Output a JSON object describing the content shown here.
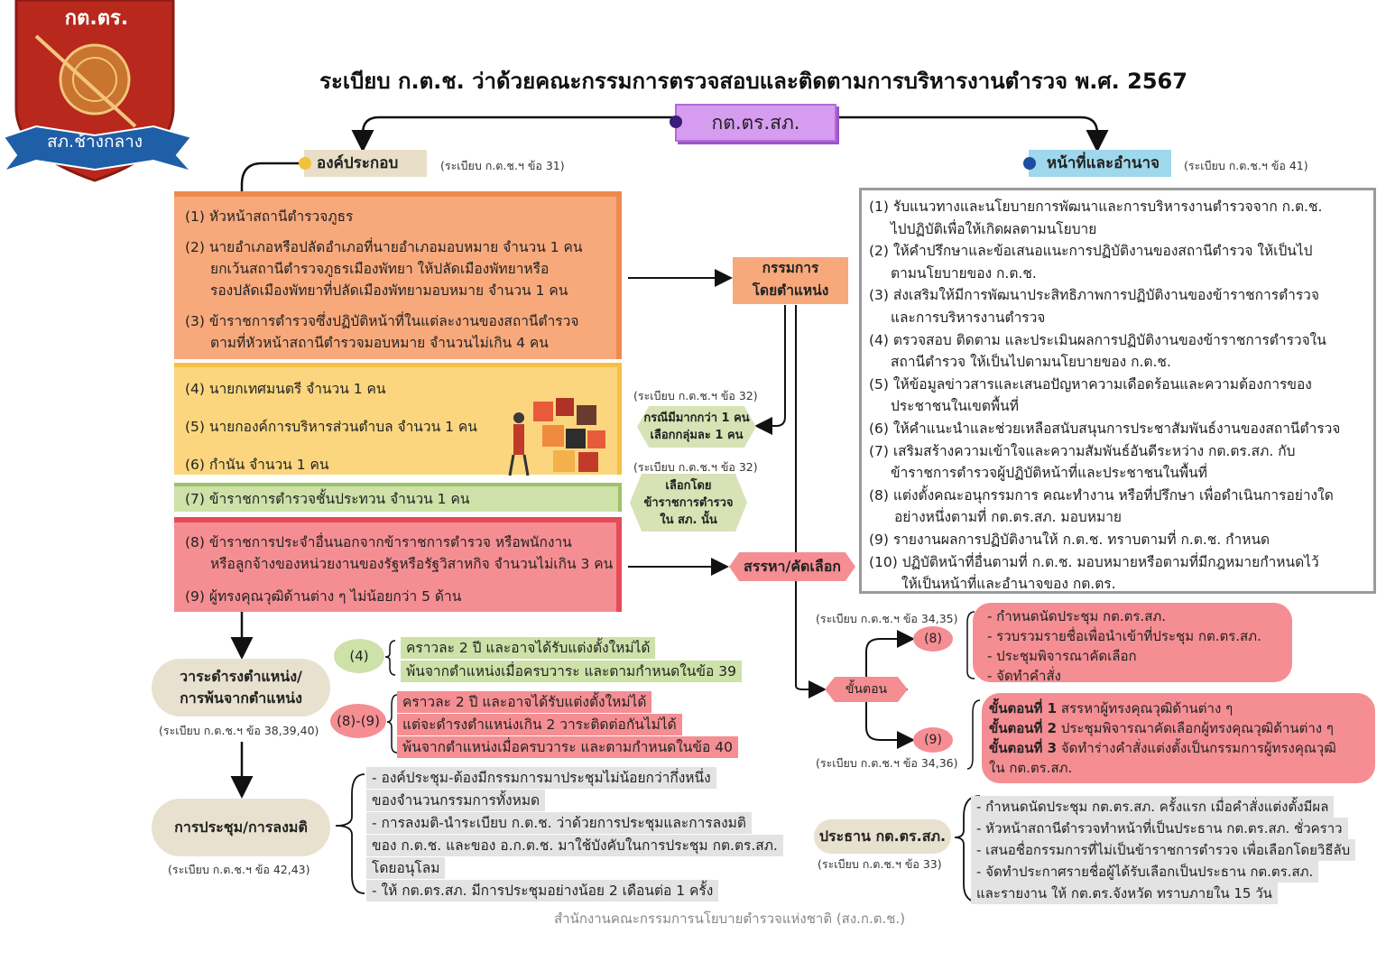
{
  "badge": {
    "top_text": "กต.ตร.",
    "ribbon_text": "สภ.ช้างกลาง"
  },
  "title": "ระเบียบ ก.ต.ช. ว่าด้วยคณะกรรมการตรวจสอบและติดตามการบริหารงานตำรวจ พ.ศ. 2567",
  "top_node": "กต.ตร.สภ.",
  "composition": {
    "heading": "องค์ประกอบ",
    "ref": "(ระเบียบ ก.ต.ช.ฯ ข้อ 31)",
    "orange_items": [
      [
        "(1) หัวหน้าสถานีตำรวจภูธร"
      ],
      [
        "(2) นายอำเภอหรือปลัดอำเภอที่นายอำเภอมอบหมาย จำนวน 1 คน",
        "ยกเว้นสถานีตำรวจภูธรเมืองพัทยา ให้ปลัดเมืองพัทยาหรือ",
        "รองปลัดเมืองพัทยาที่ปลัดเมืองพัทยามอบหมาย จำนวน 1 คน"
      ],
      [
        "(3) ข้าราชการตำรวจซึ่งปฏิบัติหน้าที่ในแต่ละงานของสถานีตำรวจ",
        "ตามที่หัวหน้าสถานีตำรวจมอบหมาย จำนวนไม่เกิน 4 คน"
      ]
    ],
    "yellow_items": [
      "(4) นายกเทศมนตรี จำนวน 1 คน",
      "(5) นายกองค์การบริหารส่วนตำบล จำนวน 1 คน",
      "(6) กำนัน จำนวน 1 คน"
    ],
    "green_item": "(7) ข้าราชการตำรวจชั้นประทวน จำนวน 1 คน",
    "red_items": [
      [
        "(8) ข้าราชการประจำอื่นนอกจากข้าราชการตำรวจ หรือพนักงาน",
        "หรือลูกจ้างของหน่วยงานของรัฐหรือรัฐวิสาหกิจ จำนวนไม่เกิน 3 คน"
      ],
      [
        "(9) ผู้ทรงคุณวุฒิด้านต่าง ๆ ไม่น้อยกว่า 5 ด้าน"
      ]
    ]
  },
  "flow": {
    "by_position": [
      "กรรมการ",
      "โดยตำแหน่ง"
    ],
    "ref32a": "(ระเบียบ ก.ต.ช.ฯ ข้อ 32)",
    "hex1": [
      "กรณีมีมากกว่า 1 คน",
      "เลือกกลุ่มละ 1 คน"
    ],
    "ref32b": "(ระเบียบ ก.ต.ช.ฯ ข้อ 32)",
    "hex2": [
      "เลือกโดย",
      "ข้าราชการตำรวจ",
      "ใน สภ. นั้น"
    ],
    "select": "สรรหา/คัดเลือก",
    "steps": "ขั้นตอน"
  },
  "duties": {
    "heading": "หน้าที่และอำนาจ",
    "ref": "(ระเบียบ ก.ต.ช.ฯ ข้อ 41)",
    "lines": [
      "(1) รับแนวทางและนโยบายการพัฒนาและการบริหารงานตำรวจจาก ก.ต.ช.",
      "     ไปปฏิบัติเพื่อให้เกิดผลตามนโยบาย",
      "(2) ให้คำปรึกษาและข้อเสนอแนะการปฏิบัติงานของสถานีตำรวจ ให้เป็นไป",
      "     ตามนโยบายของ ก.ต.ช.",
      "(3) ส่งเสริมให้มีการพัฒนาประสิทธิภาพการปฏิบัติงานของข้าราชการตำรวจ",
      "     และการบริหารงานตำรวจ",
      "(4) ตรวจสอบ ติดตาม และประเมินผลการปฏิบัติงานของข้าราชการตำรวจใน",
      "     สถานีตำรวจ ให้เป็นไปตามนโยบายของ ก.ต.ช.",
      "(5) ให้ข้อมูลข่าวสารและเสนอปัญหาความเดือดร้อนและความต้องการของ",
      "     ประชาชนในเขตพื้นที่",
      "(6) ให้คำแนะนำและช่วยเหลือสนับสนุนการประชาสัมพันธ์งานของสถานีตำรวจ",
      "(7) เสริมสร้างความเข้าใจและความสัมพันธ์อันดีระหว่าง กต.ตร.สภ. กับ",
      "     ข้าราชการตำรวจผู้ปฏิบัติหน้าที่และประชาชนในพื้นที่",
      "(8)  แต่งตั้งคณะอนุกรรมการ คณะทำงาน หรือที่ปรึกษา เพื่อดำเนินการอย่างใด",
      "      อย่างหนึ่งตามที่ กต.ตร.สภ. มอบหมาย",
      "(9) รายงานผลการปฏิบัติงานให้ ก.ต.ช. ทราบตามที่ ก.ต.ช. กำหนด",
      "(10) ปฏิบัติหน้าที่อื่นตามที่ ก.ต.ช. มอบหมายหรือตามที่มีกฎหมายกำหนดไว้",
      "       ให้เป็นหน้าที่และอำนาจของ กต.ตร."
    ]
  },
  "term": {
    "title": [
      "วาระดำรงตำแหน่ง/",
      "การพ้นจากตำแหน่ง"
    ],
    "ref": "(ระเบียบ ก.ต.ช.ฯ ข้อ 38,39,40)",
    "g4_label": "(4)",
    "g4_lines": [
      "คราวละ 2 ปี และอาจได้รับแต่งตั้งใหม่ได้",
      "พ้นจากตำแหน่งเมื่อครบวาระ และตามกำหนดในข้อ 39"
    ],
    "g89_label": "(8)-(9)",
    "g89_lines": [
      "คราวละ 2 ปี และอาจได้รับแต่งตั้งใหม่ได้",
      "แต่จะดำรงตำแหน่งเกิน 2 วาระติดต่อกันไม่ได้",
      "พ้นจากตำแหน่งเมื่อครบวาระ และตามกำหนดในข้อ 40"
    ]
  },
  "meeting": {
    "title": "การประชุม/การลงมติ",
    "ref": "(ระเบียบ ก.ต.ช.ฯ ข้อ 42,43)",
    "lines": [
      "- องค์ประชุม-ต้องมีกรรมการมาประชุมไม่น้อยกว่ากึ่งหนึ่ง",
      "  ของจำนวนกรรมการทั้งหมด",
      "- การลงมติ-นำระเบียบ ก.ต.ช. ว่าด้วยการประชุมและการลงมติ",
      "  ของ ก.ต.ช. และของ อ.ก.ต.ช. มาใช้บังคับในการประชุม กต.ตร.สภ.",
      "  โดยอนุโลม",
      "- ให้ กต.ตร.สภ. มีการประชุมอย่างน้อย 2 เดือนต่อ 1 ครั้ง"
    ]
  },
  "steps": {
    "ref8": "(ระเบียบ ก.ต.ช.ฯ ข้อ 34,35)",
    "label8": "(8)",
    "lines8": [
      "- กำหนดนัดประชุม กต.ตร.สภ.",
      "- รวบรวมรายชื่อเพื่อนำเข้าที่ประชุม กต.ตร.สภ.",
      "- ประชุมพิจารณาคัดเลือก",
      "- จัดทำคำสั่ง"
    ],
    "ref9": "(ระเบียบ ก.ต.ช.ฯ ข้อ 34,36)",
    "label9": "(9)",
    "lines9": [
      {
        "b": "ขั้นตอนที่ 1",
        "t": " สรรหาผู้ทรงคุณวุฒิด้านต่าง ๆ"
      },
      {
        "b": "ขั้นตอนที่ 2",
        "t": " ประชุมพิจารณาคัดเลือกผู้ทรงคุณวุฒิด้านต่าง ๆ"
      },
      {
        "b": "ขั้นตอนที่ 3",
        "t": " จัดทำร่างคำสั่งแต่งตั้งเป็นกรรมการผู้ทรงคุณวุฒิ"
      },
      {
        "b": "",
        "t": "ใน กต.ตร.สภ."
      }
    ]
  },
  "chair": {
    "title": "ประธาน กต.ตร.สภ.",
    "ref": "(ระเบียบ ก.ต.ช.ฯ ข้อ 33)",
    "lines": [
      "- กำหนดนัดประชุม กต.ตร.สภ. ครั้งแรก เมื่อคำสั่งแต่งตั้งมีผล",
      "- หัวหน้าสถานีตำรวจทำหน้าที่เป็นประธาน กต.ตร.สภ. ชั่วคราว",
      "- เสนอชื่อกรรมการที่ไม่เป็นข้าราชการตำรวจ เพื่อเลือกโดยวิธีลับ",
      "- จัดทำประกาศรายชื่อผู้ได้รับเลือกเป็นประธาน กต.ตร.สภ.",
      "  และรายงาน ให้ กต.ตร.จังหวัด ทราบภายใน 15 วัน"
    ]
  },
  "footer": "สำนักงานคณะกรรมการนโยบายตำรวจแห่งชาติ (สง.ก.ต.ช.)",
  "colors": {
    "orange": "#f7a97c",
    "yellow": "#fbd67f",
    "green": "#cde1a8",
    "red": "#f58e93",
    "purple": "#d59cf0",
    "blue": "#9fd7ec"
  }
}
